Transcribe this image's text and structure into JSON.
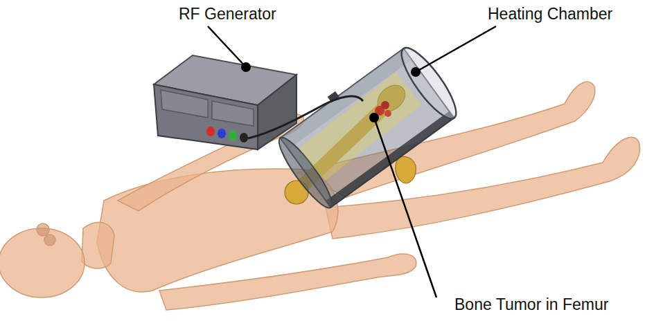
{
  "diagram": {
    "labels": [
      "RF Generator",
      "Heating Chamber",
      "Bone Tumor in Femur"
    ]
  }
}
